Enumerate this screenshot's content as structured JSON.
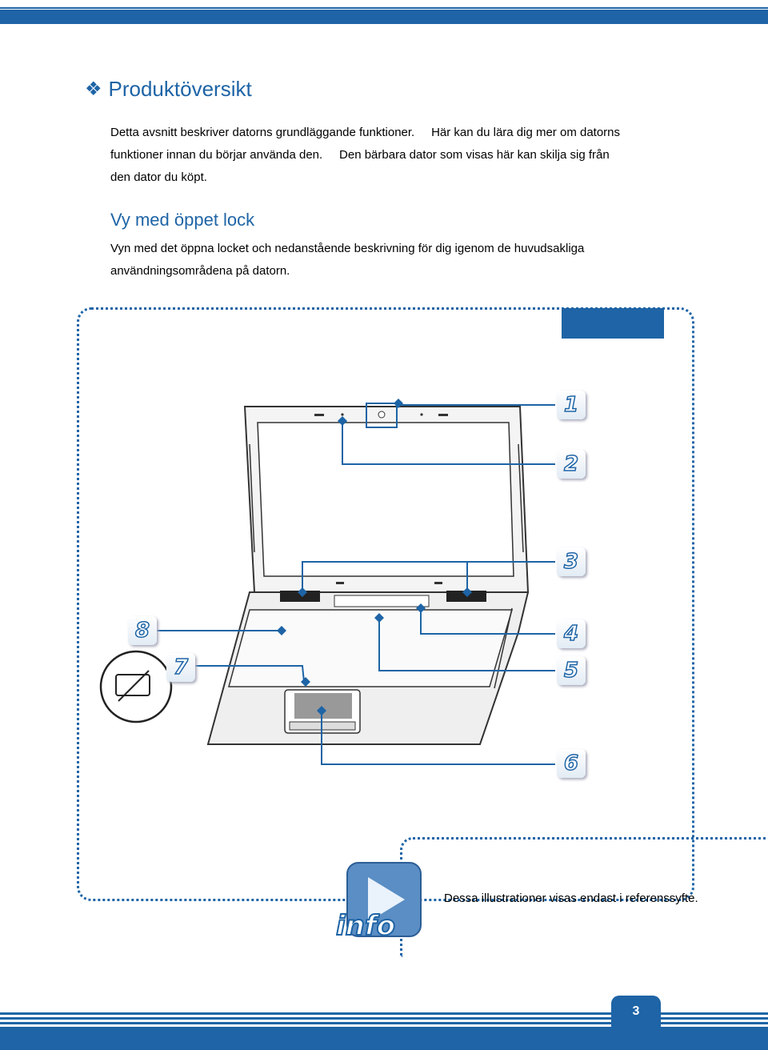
{
  "heading": {
    "title": "Produktöversikt"
  },
  "intro": {
    "line1": "Detta avsnitt beskriver datorns grundläggande funktioner.     Här kan du lära dig mer om datorns",
    "line2": "funktioner innan du börjar använda den.     Den bärbara dator som visas här kan skilja sig från",
    "line3": "den dator du köpt."
  },
  "section": {
    "title": "Vy med öppet lock",
    "line1": "Vyn med det öppna locket och nedanstående beskrivning för dig igenom de huvudsakliga",
    "line2": "användningsområdena på datorn."
  },
  "callouts": [
    "1",
    "2",
    "3",
    "4",
    "5",
    "6",
    "7",
    "8"
  ],
  "info": {
    "icon_label": "info",
    "text": "Dessa illustrationer visas endast i referenssyfte."
  },
  "page": {
    "number": "3"
  },
  "colors": {
    "accent": "#1e64a6"
  }
}
